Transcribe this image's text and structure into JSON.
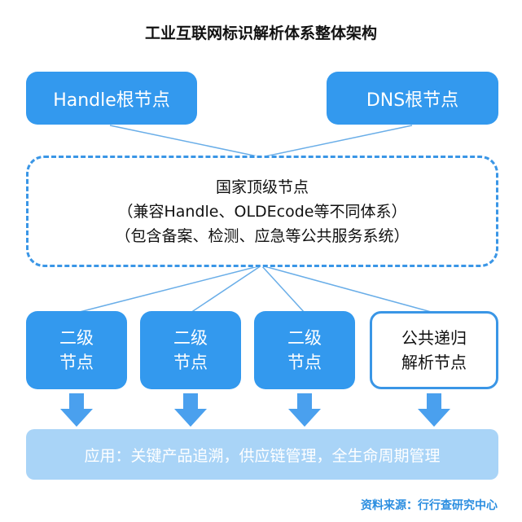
{
  "title": "工业互联网标识解析体系整体架构",
  "roots": [
    {
      "label": "Handle根节点"
    },
    {
      "label": "DNS根节点"
    }
  ],
  "national": {
    "lines": [
      "国家顶级节点",
      "（兼容Handle、OLDEcode等不同体系）",
      "（包含备案、检测、应急等公共服务系统）"
    ]
  },
  "secondary_nodes": [
    {
      "line1": "二级",
      "line2": "节点"
    },
    {
      "line1": "二级",
      "line2": "节点"
    },
    {
      "line1": "二级",
      "line2": "节点"
    }
  ],
  "public_node": {
    "line1": "公共递归",
    "line2": "解析节点"
  },
  "application": "应用：关键产品追溯，供应链管理，全生命周期管理",
  "source": "资料来源：行行查研究中心",
  "colors": {
    "primary": "#3399ee",
    "dashed_border": "#3a96e6",
    "application_bg": "#a9d4f7",
    "source_text": "#2b8ee0"
  }
}
